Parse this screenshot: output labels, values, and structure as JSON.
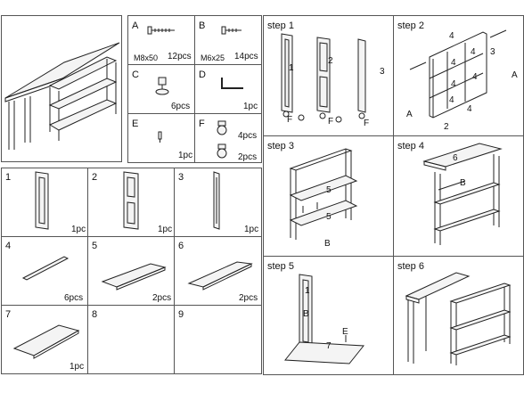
{
  "hardware": [
    {
      "letter": "A",
      "size": "M8x50",
      "qty": "12pcs"
    },
    {
      "letter": "B",
      "size": "M6x25",
      "qty": "14pcs"
    },
    {
      "letter": "C",
      "size": "",
      "qty": "6pcs"
    },
    {
      "letter": "D",
      "size": "",
      "qty": "1pc"
    },
    {
      "letter": "E",
      "size": "",
      "qty": "1pc"
    },
    {
      "letter": "F",
      "size": "",
      "qty": "4pcs",
      "qty2": "2pcs"
    }
  ],
  "parts": [
    {
      "num": "1",
      "qty": "1pc"
    },
    {
      "num": "2",
      "qty": "1pc"
    },
    {
      "num": "3",
      "qty": "1pc"
    },
    {
      "num": "4",
      "qty": "6pcs"
    },
    {
      "num": "5",
      "qty": "2pcs"
    },
    {
      "num": "6",
      "qty": "2pcs"
    },
    {
      "num": "7",
      "qty": "1pc"
    },
    {
      "num": "8",
      "qty": ""
    },
    {
      "num": "9",
      "qty": ""
    }
  ],
  "steps": [
    {
      "label": "step 1",
      "callouts": [
        "1",
        "2",
        "3",
        "F",
        "F",
        "F"
      ]
    },
    {
      "label": "step 2",
      "callouts": [
        "4",
        "4",
        "4",
        "4",
        "4",
        "4",
        "4",
        "3",
        "A",
        "A",
        "2"
      ]
    },
    {
      "label": "step 3",
      "callouts": [
        "5",
        "5",
        "B"
      ]
    },
    {
      "label": "step 4",
      "callouts": [
        "6",
        "B"
      ]
    },
    {
      "label": "step 5",
      "callouts": [
        "1",
        "B",
        "7",
        "E"
      ]
    },
    {
      "label": "step 6",
      "callouts": []
    }
  ]
}
